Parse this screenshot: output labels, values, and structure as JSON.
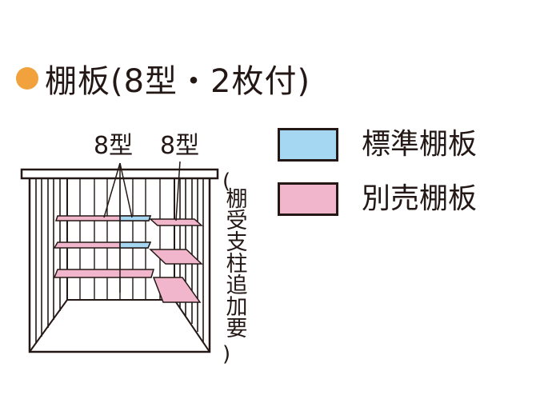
{
  "title": {
    "text": "棚板(8型・2枚付)",
    "bullet_color": "#f2a23c"
  },
  "callouts": {
    "left": "8型",
    "right": "8型"
  },
  "legend": [
    {
      "label": "標準棚板",
      "color": "#a6d7f2"
    },
    {
      "label": "別売棚板",
      "color": "#f2b6cc"
    }
  ],
  "note": {
    "open": "(",
    "text": "棚受支柱追加要",
    "close": ")"
  }
}
